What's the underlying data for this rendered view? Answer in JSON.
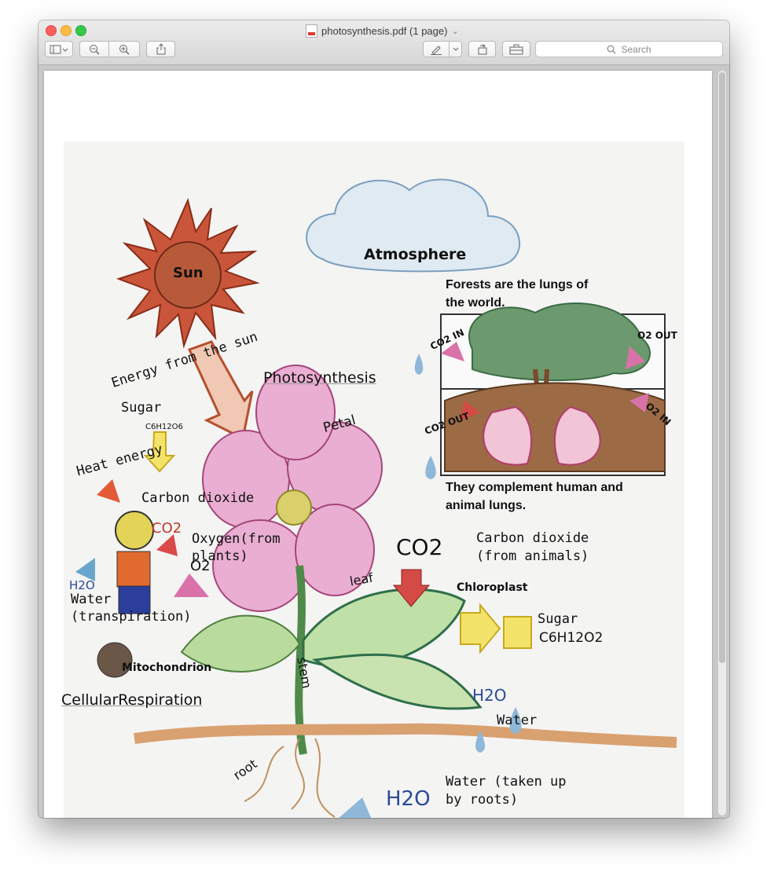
{
  "window": {
    "title": "photosynthesis.pdf (1 page)",
    "title_chevron": "⌄"
  },
  "toolbar": {
    "sidebar_button_icon": "sidebar-icon",
    "zoom_out_icon": "zoom-out-icon",
    "zoom_in_icon": "zoom-in-icon",
    "share_icon": "share-icon",
    "markup_icon": "pen-icon",
    "rotate_icon": "rotate-icon",
    "toolbox_icon": "toolbox-icon",
    "search_placeholder": "Search"
  },
  "drawing": {
    "labels": {
      "sun": "Sun",
      "atmosphere": "Atmosphere",
      "energy": "Energy from the sun",
      "photosynthesis": "Photosynthesis",
      "sugar_left": "Sugar",
      "sugar_formula_small": "C6H12O6",
      "heat_energy": "Heat energy",
      "carbon_dioxide_left": "Carbon dioxide",
      "co2_person": "CO2",
      "oxygen_line1": "Oxygen(from",
      "oxygen_line2": "plants)",
      "o2_person": "O2",
      "h2o_person": "H2O",
      "water_transp_line1": "Water",
      "water_transp_line2": "(transpiration)",
      "mitochondrion": "Mitochondrion",
      "cellular_respiration": "CellularRespiration",
      "petal": "Petal",
      "leaf": "leaf",
      "stem": "stem",
      "root": "root",
      "co2_leaf": "CO2",
      "chloroplast": "Chloroplast",
      "co2_right_line1": "Carbon dioxide",
      "co2_right_line2": "(from animals)",
      "sugar_right": "Sugar",
      "sugar_formula_right": "C6H12O2",
      "h2o_right": "H2O",
      "water_right": "Water",
      "water_roots_line1": "Water (taken up",
      "water_roots_line2": "by roots)",
      "h2o_bottom": "H2O",
      "forests_line1": "Forests are the lungs of",
      "forests_line2": "the world.",
      "complement_line1": "They complement human and",
      "complement_line2": "animal lungs.",
      "co2_in": "CO2 IN",
      "co2_out": "CO2 OUT",
      "o2_out": "O2 OUT",
      "o2_in": "O2 IN"
    }
  }
}
